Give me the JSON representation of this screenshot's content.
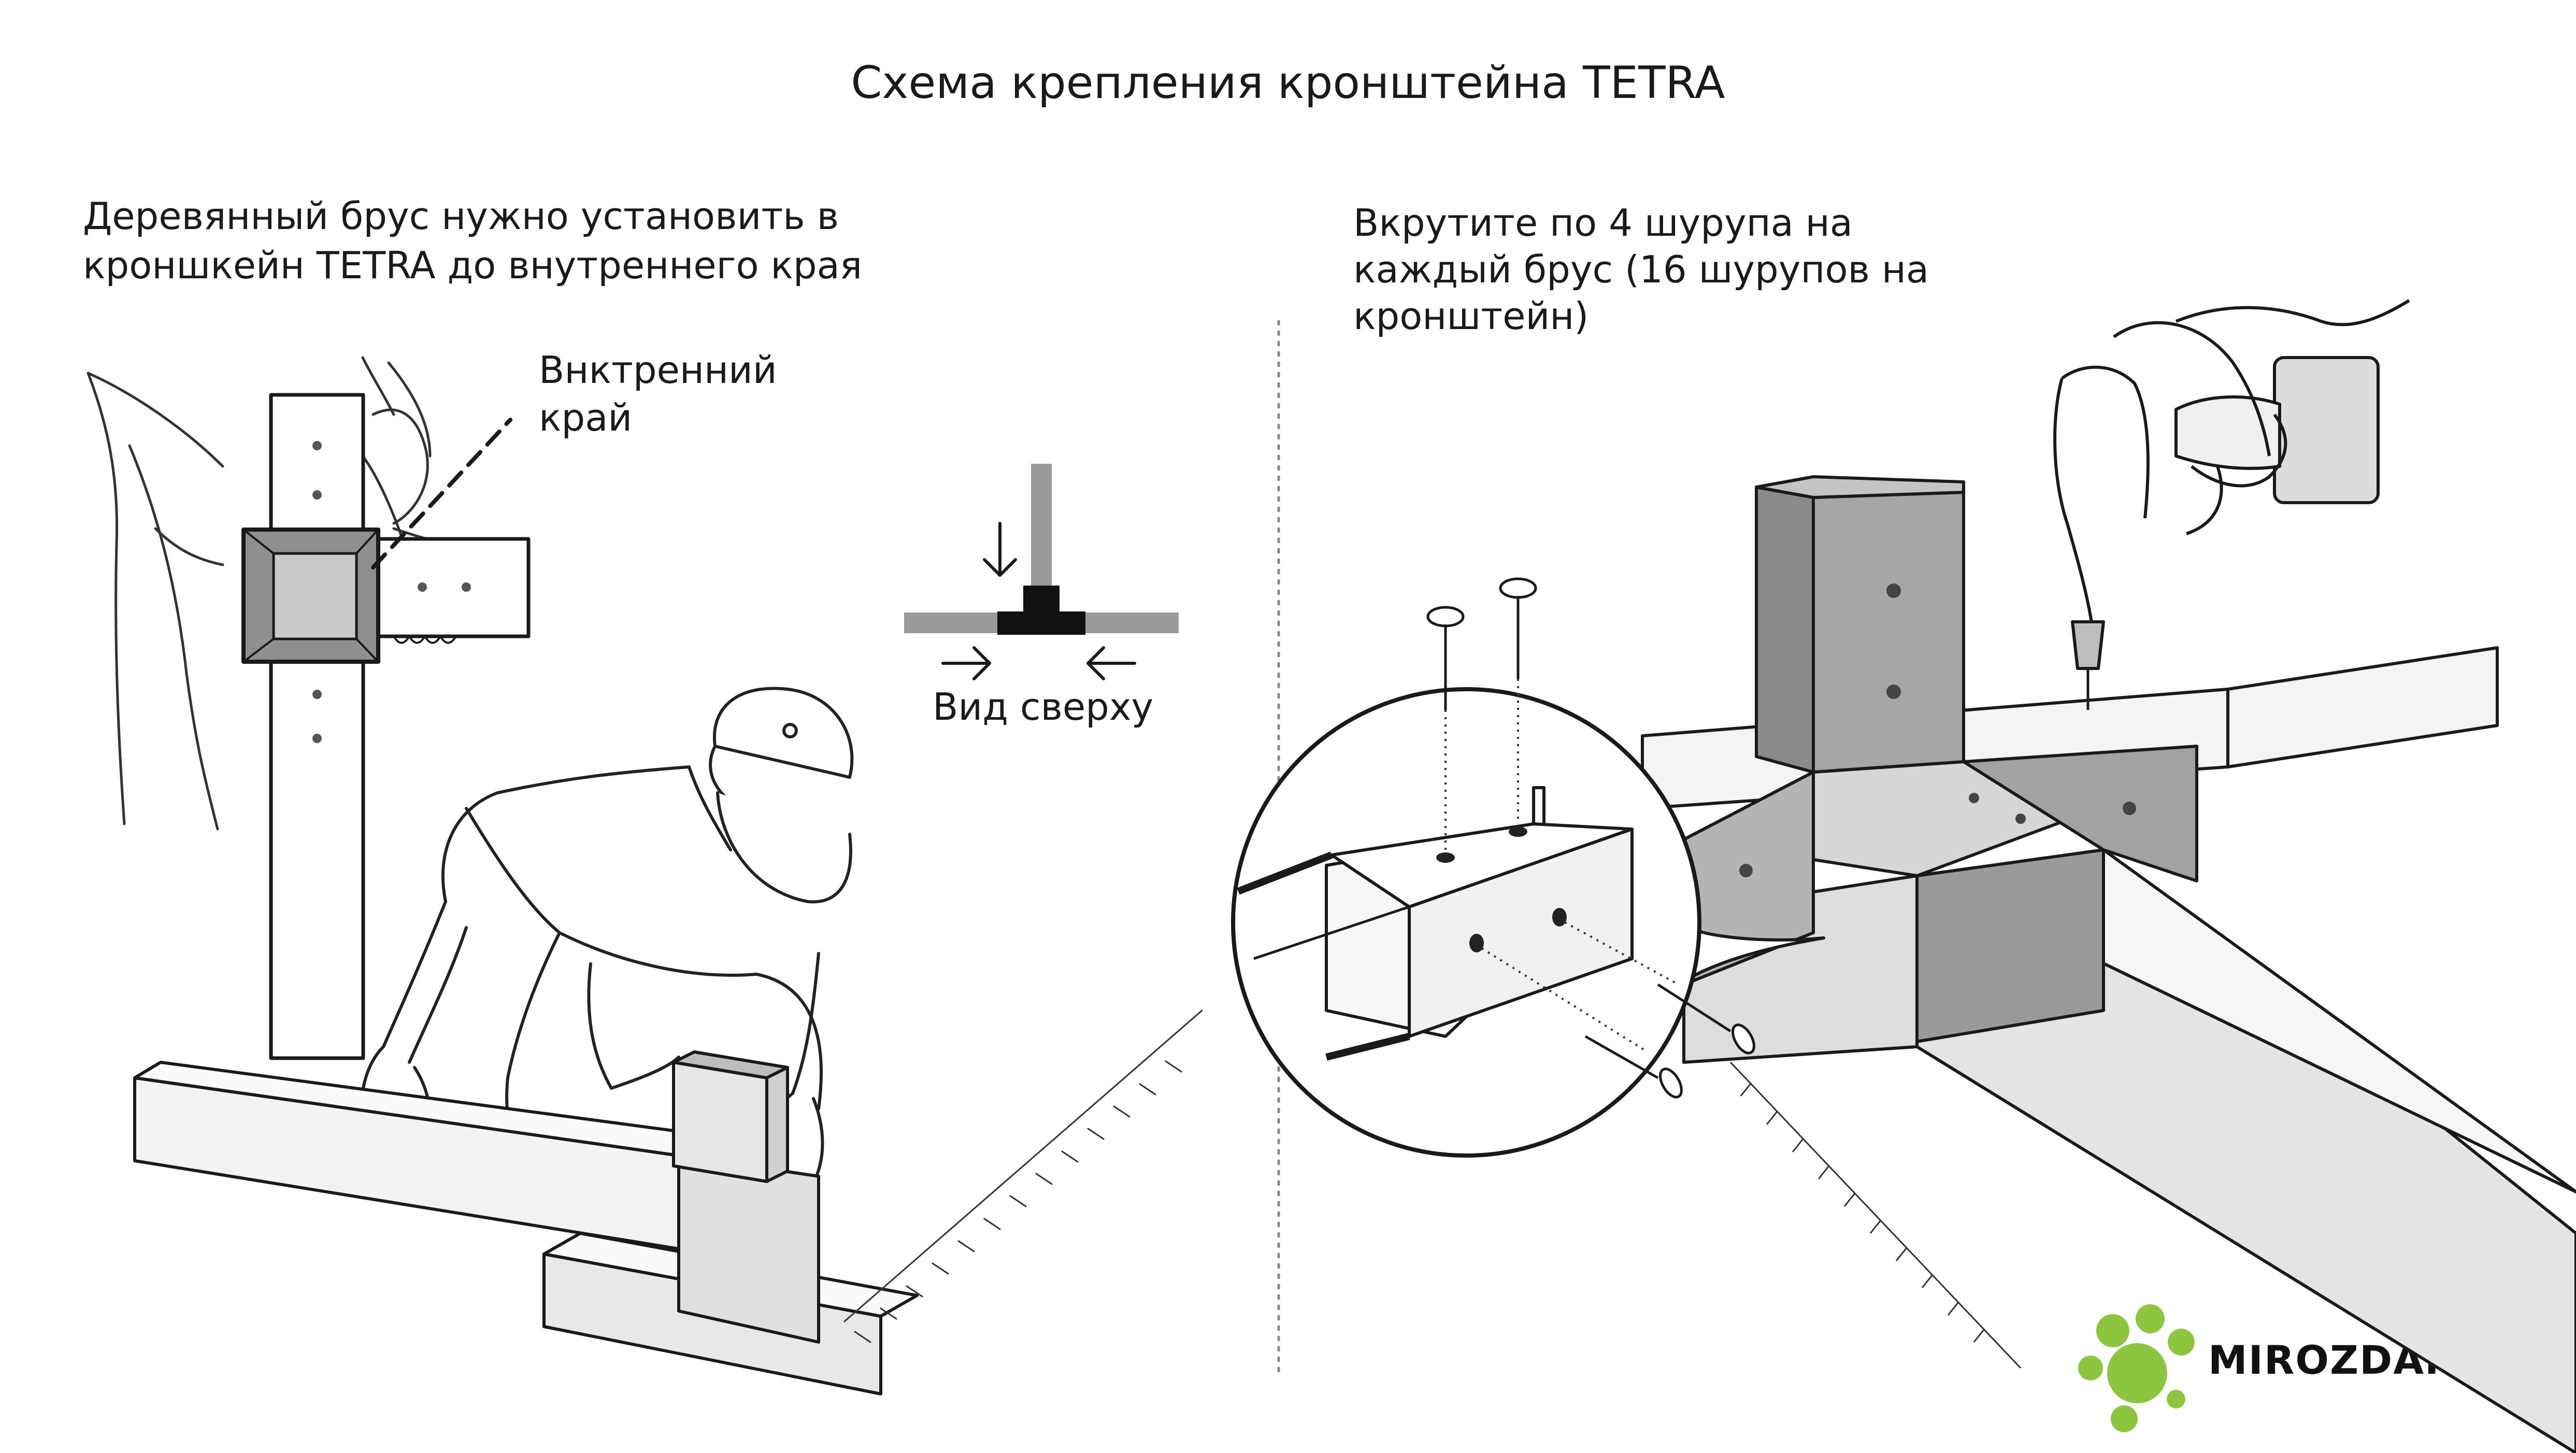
{
  "title": "Схема крепления кронштейна TETRA",
  "step1": {
    "text": "Деревянный брус нужно установить в\nкроншкейн TETRA до внутреннего края",
    "callout": "Внктренний\nкрай"
  },
  "top_view": {
    "label": "Вид сверху"
  },
  "step2": {
    "text": "Вкрутите по 4 шурупа на\nкаждый брус (16 шурупов на\nкронштейн)"
  },
  "brand": {
    "name": "MIROZDANIE",
    "registered": "®",
    "logo_icon": "leaf-blob-logo-icon",
    "accent_color": "#8cc63f"
  },
  "colors": {
    "line": "#1a1a1a",
    "bracket_gray": "#9a9a9a",
    "bracket_light": "#c8c8c8",
    "wood_light": "#eeeeee",
    "shadow": "#d8d8d8"
  },
  "icons": {
    "arrow_down": "arrow-down-icon",
    "arrow_right": "arrow-right-icon",
    "arrow_left": "arrow-left-icon",
    "screw": "screw-icon",
    "drill": "drill-icon"
  }
}
